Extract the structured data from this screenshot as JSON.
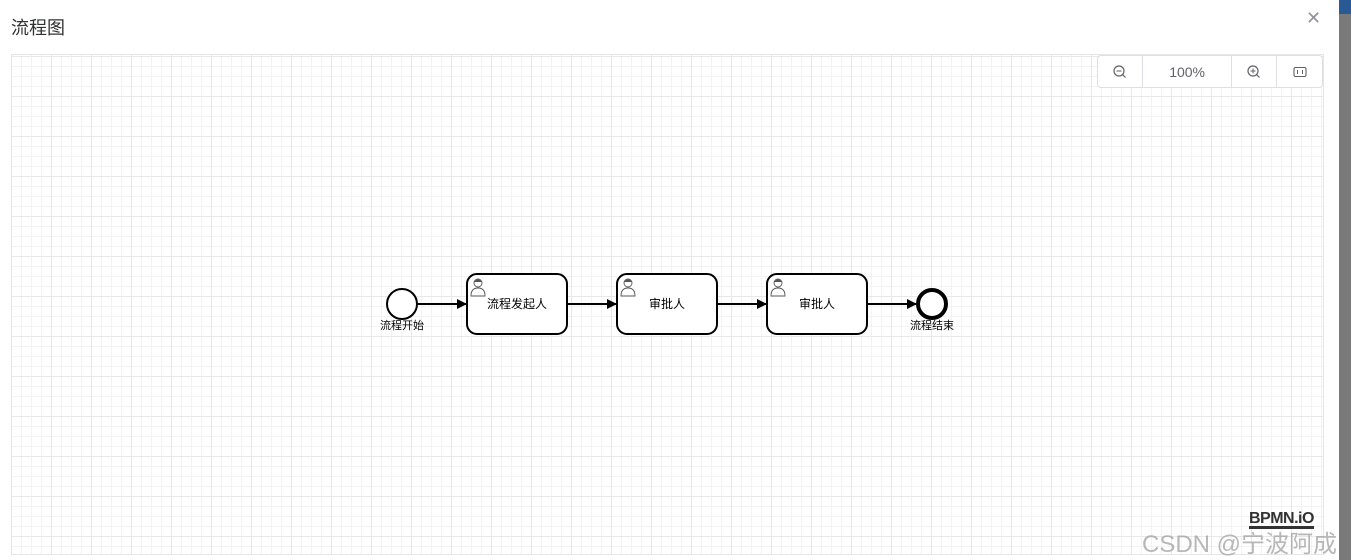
{
  "dialog": {
    "title": "流程图",
    "close_icon": "close-icon"
  },
  "toolbar": {
    "zoom_out_icon": "zoom-out-icon",
    "zoom_level": "100%",
    "zoom_in_icon": "zoom-in-icon",
    "fit_icon": "fit-view-icon"
  },
  "diagram": {
    "start_event": "流程开始",
    "tasks": [
      "流程发起人",
      "审批人",
      "审批人"
    ],
    "end_event": "流程结束"
  },
  "logo": "BPMN.iO",
  "watermark": "CSDN @宁波阿成"
}
